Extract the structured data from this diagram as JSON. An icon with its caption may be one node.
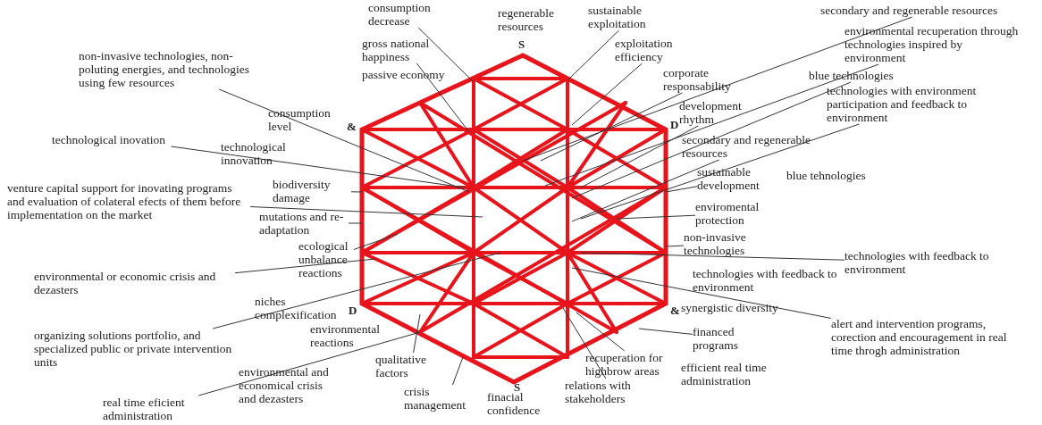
{
  "diagram": {
    "nodes": [
      {
        "text": [
          "non-invasive technologies, non-poluting energies, and technologies using few resources"
        ]
      },
      {
        "text": [
          "technological inovation"
        ]
      },
      {
        "text": [
          "venture capital support for inovating programs and evaluation of colateral efects of them before implementation on the market"
        ]
      },
      {
        "text": [
          "environmental or economic crisis and dezasters"
        ]
      },
      {
        "text": [
          "organizing solutions portfolio, and specialized public or private intervention units"
        ]
      },
      {
        "text": [
          "real time eficient administration"
        ]
      },
      {
        "text": [
          "secondary and regenerable resources"
        ]
      },
      {
        "text": [
          "environmental recuperation through technologies inspired by environment"
        ]
      },
      {
        "text": [
          "blue technologies"
        ]
      },
      {
        "text": [
          "technologies with environment participation and feedback to environment"
        ]
      },
      {
        "text": [
          "technologies with feedback to environment"
        ]
      },
      {
        "text": [
          "alert and intervention programs, corection and encouragement in real time throgh administration"
        ]
      },
      {
        "text": [
          "consumption decrease"
        ]
      },
      {
        "text": [
          "gross national happiness"
        ]
      },
      {
        "text": [
          "sustainable exploitation"
        ]
      },
      {
        "text": [
          "exploitation efficiency"
        ]
      },
      {
        "text": [
          "corporate responsability"
        ]
      },
      {
        "text": [
          "development rhythm"
        ]
      },
      {
        "text": [
          "secondary and regenerable resources"
        ]
      },
      {
        "text": [
          "sustainable development"
        ]
      },
      {
        "text": [
          "enviromental protection"
        ]
      },
      {
        "text": [
          "non-invasive technologies"
        ]
      },
      {
        "text": [
          "mutations and re-adaptation"
        ]
      },
      {
        "text": [
          "biodiversity damage"
        ]
      },
      {
        "text": [
          "ecological unbalance reactions"
        ]
      },
      {
        "text": [
          "qualitative factors"
        ]
      },
      {
        "text": [
          "crisis management"
        ]
      },
      {
        "text": [
          "relations with stakeholders"
        ]
      },
      {
        "text": [
          "recuperation for highbrow areas"
        ]
      },
      {
        "text": [
          "financed programs"
        ]
      }
    ],
    "edges": [
      {
        "from": 0,
        "to": null,
        "arrow": "none"
      },
      {
        "from": 1,
        "to": null,
        "arrow": "none"
      },
      {
        "from": 2,
        "to": null,
        "arrow": "none"
      },
      {
        "from": 3,
        "to": null,
        "arrow": "none"
      },
      {
        "from": 4,
        "to": null,
        "arrow": "none"
      },
      {
        "from": 5,
        "to": null,
        "arrow": "none"
      },
      {
        "from": 6,
        "to": null,
        "arrow": "none"
      },
      {
        "from": 7,
        "to": null,
        "arrow": "none"
      },
      {
        "from": 8,
        "to": null,
        "arrow": "none"
      },
      {
        "from": 9,
        "to": null,
        "arrow": "none"
      },
      {
        "from": 10,
        "to": null,
        "arrow": "none"
      },
      {
        "from": 11,
        "to": null,
        "arrow": "none"
      },
      {
        "from": 12,
        "to": null,
        "arrow": "none"
      },
      {
        "from": 13,
        "to": null,
        "arrow": "none"
      },
      {
        "from": 14,
        "to": null,
        "arrow": "none"
      },
      {
        "from": 15,
        "to": null,
        "arrow": "none"
      },
      {
        "from": 16,
        "to": null,
        "arrow": "none"
      },
      {
        "from": 17,
        "to": null,
        "arrow": "none"
      },
      {
        "from": 18,
        "to": null,
        "arrow": "none"
      },
      {
        "from": 19,
        "to": null,
        "arrow": "none"
      },
      {
        "from": 20,
        "to": null,
        "arrow": "none"
      },
      {
        "from": 21,
        "to": null,
        "arrow": "none"
      },
      {
        "from": 22,
        "to": null,
        "arrow": "none"
      },
      {
        "from": 23,
        "to": null,
        "arrow": "none"
      },
      {
        "from": 24,
        "to": null,
        "arrow": "none"
      },
      {
        "from": 25,
        "to": null,
        "arrow": "none"
      },
      {
        "from": 26,
        "to": null,
        "arrow": "none"
      },
      {
        "from": 27,
        "to": null,
        "arrow": "none"
      },
      {
        "from": 28,
        "to": null,
        "arrow": "none"
      },
      {
        "from": 29,
        "to": null,
        "arrow": "none"
      }
    ],
    "labels": [
      "regenerable resources",
      "S",
      "passive economy",
      "consumption level",
      "&",
      "D",
      "technological innovation",
      "blue tehnologies",
      "technologies with feedback to environment",
      "niches complexification",
      "D",
      "synergistic diversity",
      "&",
      "environmental reactions",
      "efficient real time administration",
      "environmental and economical crisis and dezasters",
      "finacial confidence",
      "S"
    ]
  }
}
